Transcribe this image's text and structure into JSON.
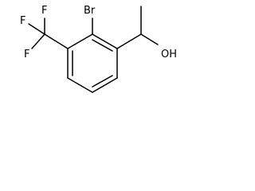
{
  "molecule": {
    "atoms": {
      "br": "Br",
      "oh": "OH",
      "f_top": "F",
      "f_left": "F",
      "f_bottom": "F"
    }
  }
}
